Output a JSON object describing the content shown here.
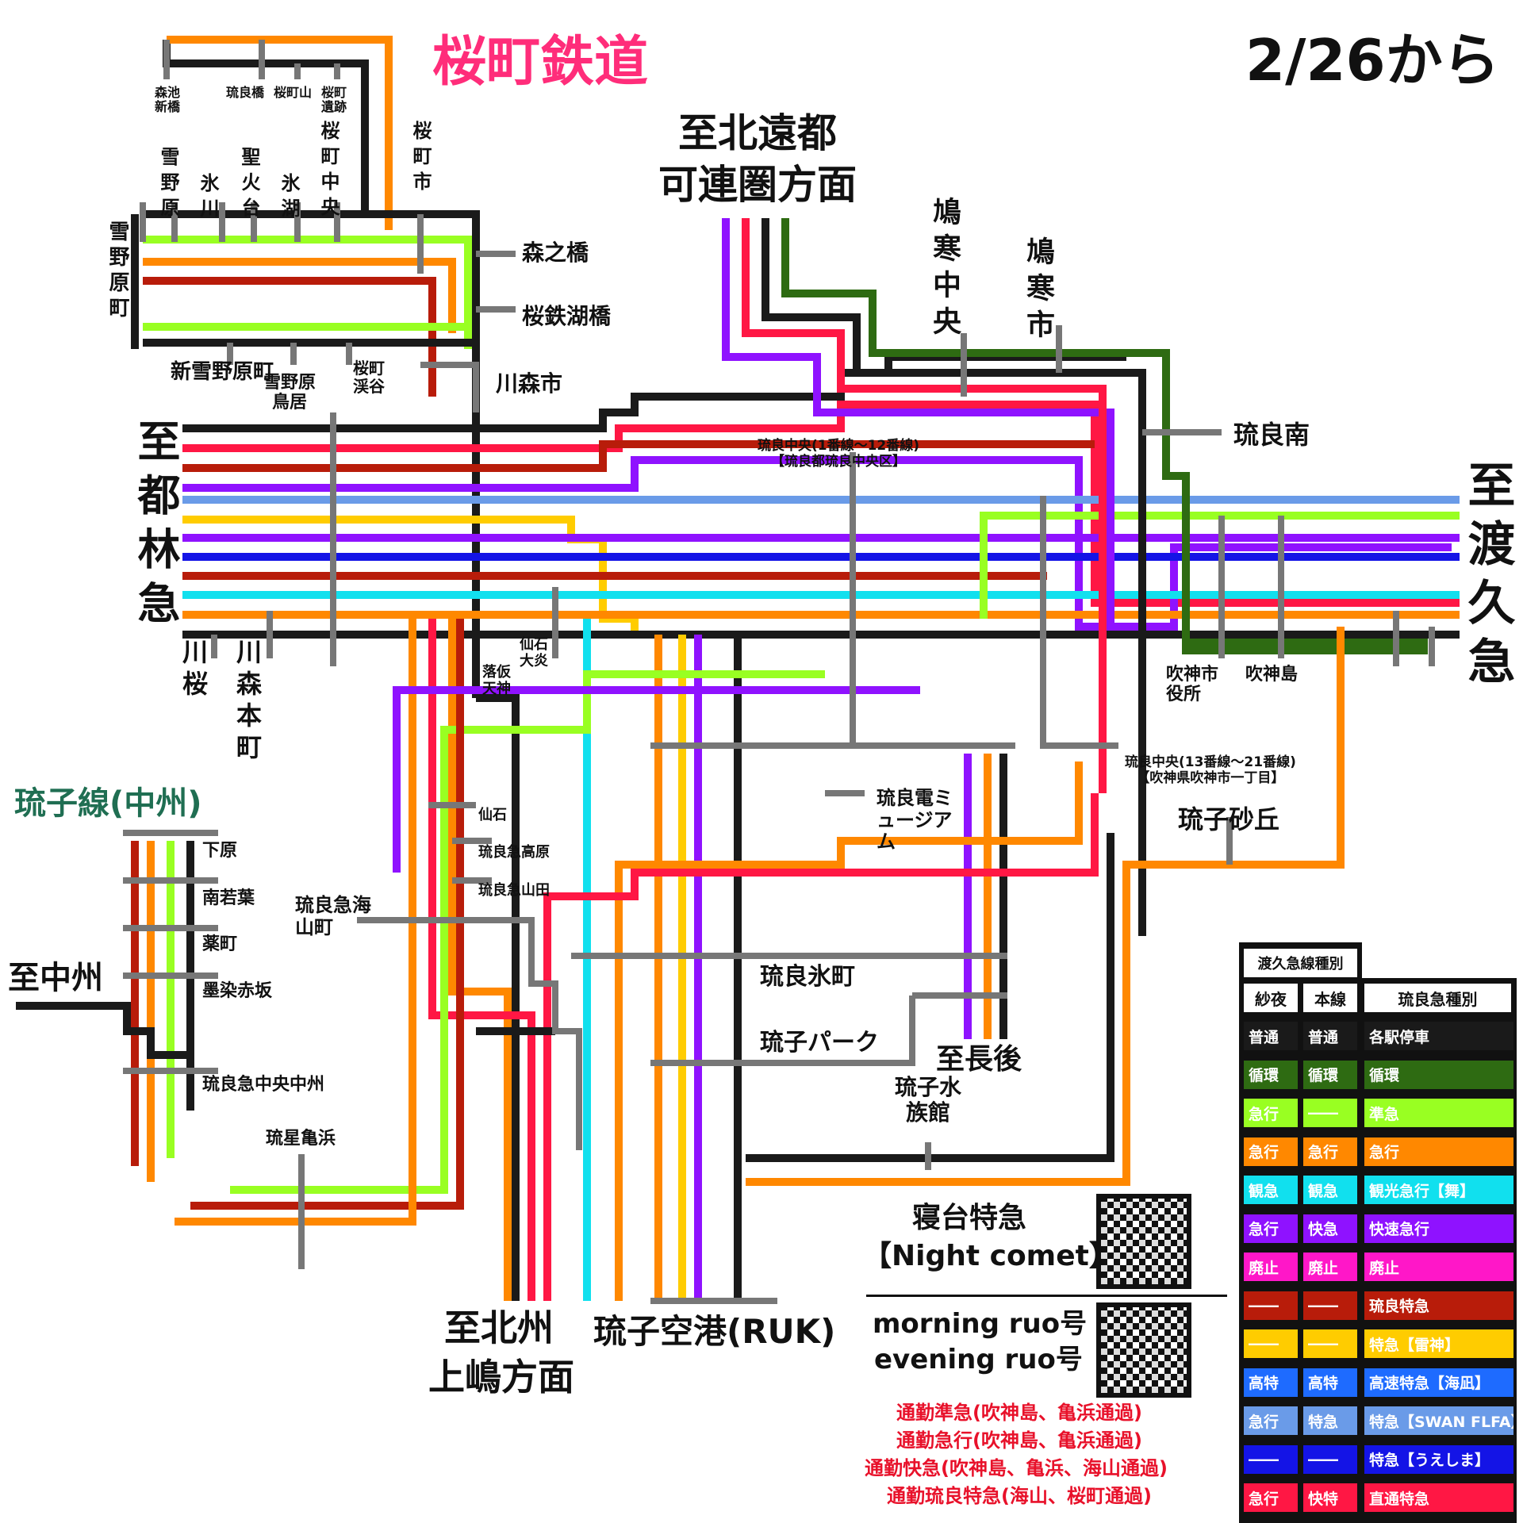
{
  "header": {
    "company": "桜町鉄道",
    "effective_date": "2/26から",
    "company_color": "#ff2d7a"
  },
  "directions": {
    "north_far": [
      "至北遠都",
      "可連圏方面"
    ],
    "west": "至都林急",
    "east": "至渡久急",
    "south_north_province": [
      "至北州",
      "上嶋方面"
    ],
    "choshu": "至中州",
    "nagago": "至長後",
    "airport": "琉子空港(RUK)"
  },
  "stations": {
    "top_row": [
      "森池新橋",
      "琉良橋",
      "桜町山",
      "桜町遺跡"
    ],
    "top_vertical": [
      "雪野原",
      "氷川",
      "聖火台",
      "氷湖",
      "桜町中央",
      "桜町市"
    ],
    "left_vertical": "雪野原町",
    "mid": [
      "森之橋",
      "桜鉄湖橋",
      "川森市"
    ],
    "lower_left": [
      "新雪野原町",
      "雪野原鳥居",
      "桜町渓谷"
    ],
    "west_branch": [
      "川桜",
      "川森本町",
      "仙石大炎",
      "落仮天神"
    ],
    "kyuhan": [
      "鳩寒中央",
      "鳩寒市",
      "琉良南"
    ],
    "ryora_central_1": [
      "琉良中央(1番線～12番線)",
      "【琉良都琉良中央区】"
    ],
    "ryora_central_2": [
      "琉良中央(13番線～21番線)",
      "【吹神県吹神市一丁目】"
    ],
    "east_branch": [
      "吹神市役所",
      "吹神島"
    ],
    "south": [
      "仙石",
      "琉良急高原",
      "琉良急山田",
      "琉良急海山町",
      "琉良電ミュージアム",
      "琉子砂丘",
      "琉良氷町",
      "琉子パーク",
      "琉子水族館"
    ],
    "ryuko_line_title": "琉子線(中州)",
    "ryuko_line": [
      "下原",
      "南若葉",
      "薬町",
      "墨染赤坂",
      "琉良急中央中州",
      "琉星亀浜"
    ]
  },
  "special": {
    "sleeper": [
      "寝台特急",
      "【Night comet】"
    ],
    "morning": [
      "morning ruo号",
      "evening ruo号"
    ],
    "commuter_notes": [
      "通勤準急(吹神島、亀浜通過)",
      "通勤急行(吹神島、亀浜通過)",
      "通勤快急(吹神島、亀浜、海山通過)",
      "通勤琉良特急(海山、桜町通過)"
    ]
  },
  "legend": {
    "title": "渡久急線種別",
    "headers": [
      "紗夜",
      "本線",
      "琉良急種別"
    ],
    "rows": [
      {
        "a": "普通",
        "b": "普通",
        "c": "各駅停車",
        "color": "#1a1a1a"
      },
      {
        "a": "循環",
        "b": "循環",
        "c": "循環",
        "color": "#2e6b12"
      },
      {
        "a": "急行",
        "b": "――",
        "c": "準急",
        "color": "#99ff22"
      },
      {
        "a": "急行",
        "b": "急行",
        "c": "急行",
        "color": "#ff8800"
      },
      {
        "a": "観急",
        "b": "観急",
        "c": "観光急行【舞】",
        "color": "#11e0ee"
      },
      {
        "a": "急行",
        "b": "快急",
        "c": "快速急行",
        "color": "#8f12ff"
      },
      {
        "a": "廃止",
        "b": "廃止",
        "c": "廃止",
        "color": "#ff17c8"
      },
      {
        "a": "――",
        "b": "――",
        "c": "琉良特急",
        "color": "#b81c0a"
      },
      {
        "a": "――",
        "b": "――",
        "c": "特急【雷神】",
        "color": "#ffcc00"
      },
      {
        "a": "高特",
        "b": "高特",
        "c": "高速特急【海凪】",
        "color": "#1e6bff"
      },
      {
        "a": "急行",
        "b": "特急",
        "c": "特急【SWAN FLFA】",
        "color": "#6a9be8"
      },
      {
        "a": "――",
        "b": "――",
        "c": "特急【うえしま】",
        "color": "#1414e6"
      },
      {
        "a": "急行",
        "b": "快特",
        "c": "直通特急",
        "color": "#ff1744"
      }
    ]
  },
  "line_colors": {
    "local": "#1a1a1a",
    "loop": "#2e6b12",
    "semi_express": "#99ff22",
    "express": "#ff8800",
    "tourist": "#11e0ee",
    "rapid_express": "#8f12ff",
    "ryora_ltd": "#b81c0a",
    "raijin": "#ffcc00",
    "high_speed": "#1e6bff",
    "swan": "#6a9be8",
    "ueshima": "#1414e6",
    "direct": "#ff1744",
    "station_bar": "#777777",
    "notes_red": "#e8112a"
  }
}
